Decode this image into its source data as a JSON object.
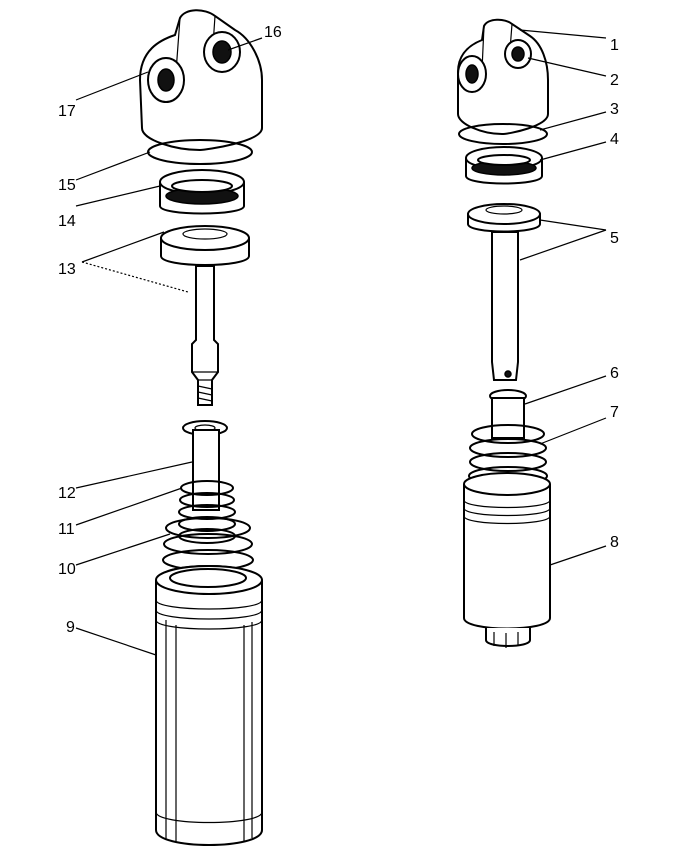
{
  "labels": {
    "l1": "1",
    "l2": "2",
    "l3": "3",
    "l4": "4",
    "l5": "5",
    "l6": "6",
    "l7": "7",
    "l8": "8",
    "l9": "9",
    "l10": "10",
    "l11": "11",
    "l12": "12",
    "l13": "13",
    "l14": "14",
    "l15": "15",
    "l16": "16",
    "l17": "17"
  },
  "colors": {
    "ink": "#000000",
    "paper": "#ffffff"
  }
}
